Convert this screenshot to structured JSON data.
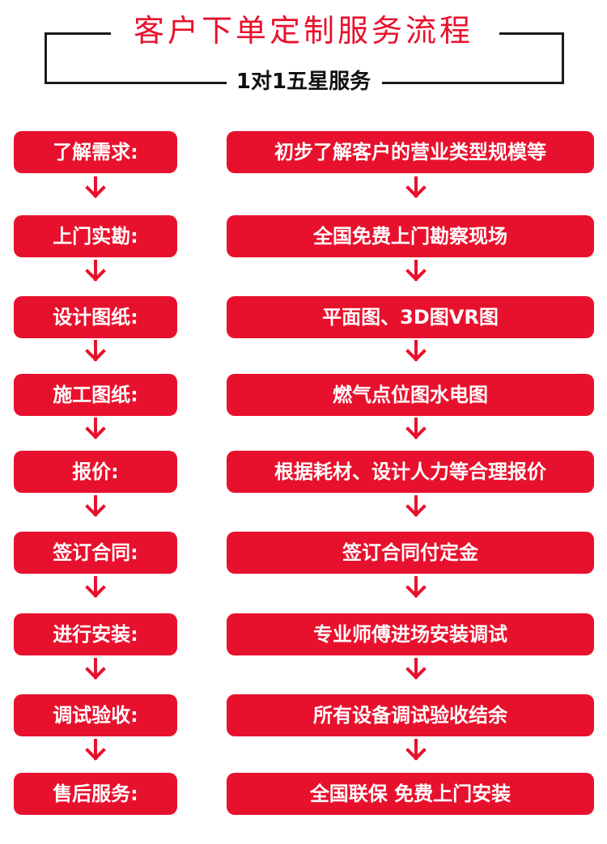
{
  "header": {
    "title": "客户下单定制服务流程",
    "subtitle": "1对1五星服务"
  },
  "colors": {
    "accent": "#e8112d",
    "frame": "#1a1a1a",
    "pill_text": "#ffffff"
  },
  "steps": [
    {
      "name": "了解需求:",
      "detail": "初步了解客户的营业类型规模等"
    },
    {
      "name": "上门实勘:",
      "detail": "全国免费上门勘察现场"
    },
    {
      "name": "设计图纸:",
      "detail": "平面图、3D图VR图"
    },
    {
      "name": "施工图纸:",
      "detail": "燃气点位图水电图"
    },
    {
      "name": "报价:",
      "detail": "根据耗材、设计人力等合理报价"
    },
    {
      "name": "签订合同:",
      "detail": "签订合同付定金"
    },
    {
      "name": "进行安装:",
      "detail": "专业师傅进场安装调试"
    },
    {
      "name": "调试验收:",
      "detail": "所有设备调试验收结余"
    },
    {
      "name": "售后服务:",
      "detail": "全国联保 免费上门安装"
    }
  ]
}
